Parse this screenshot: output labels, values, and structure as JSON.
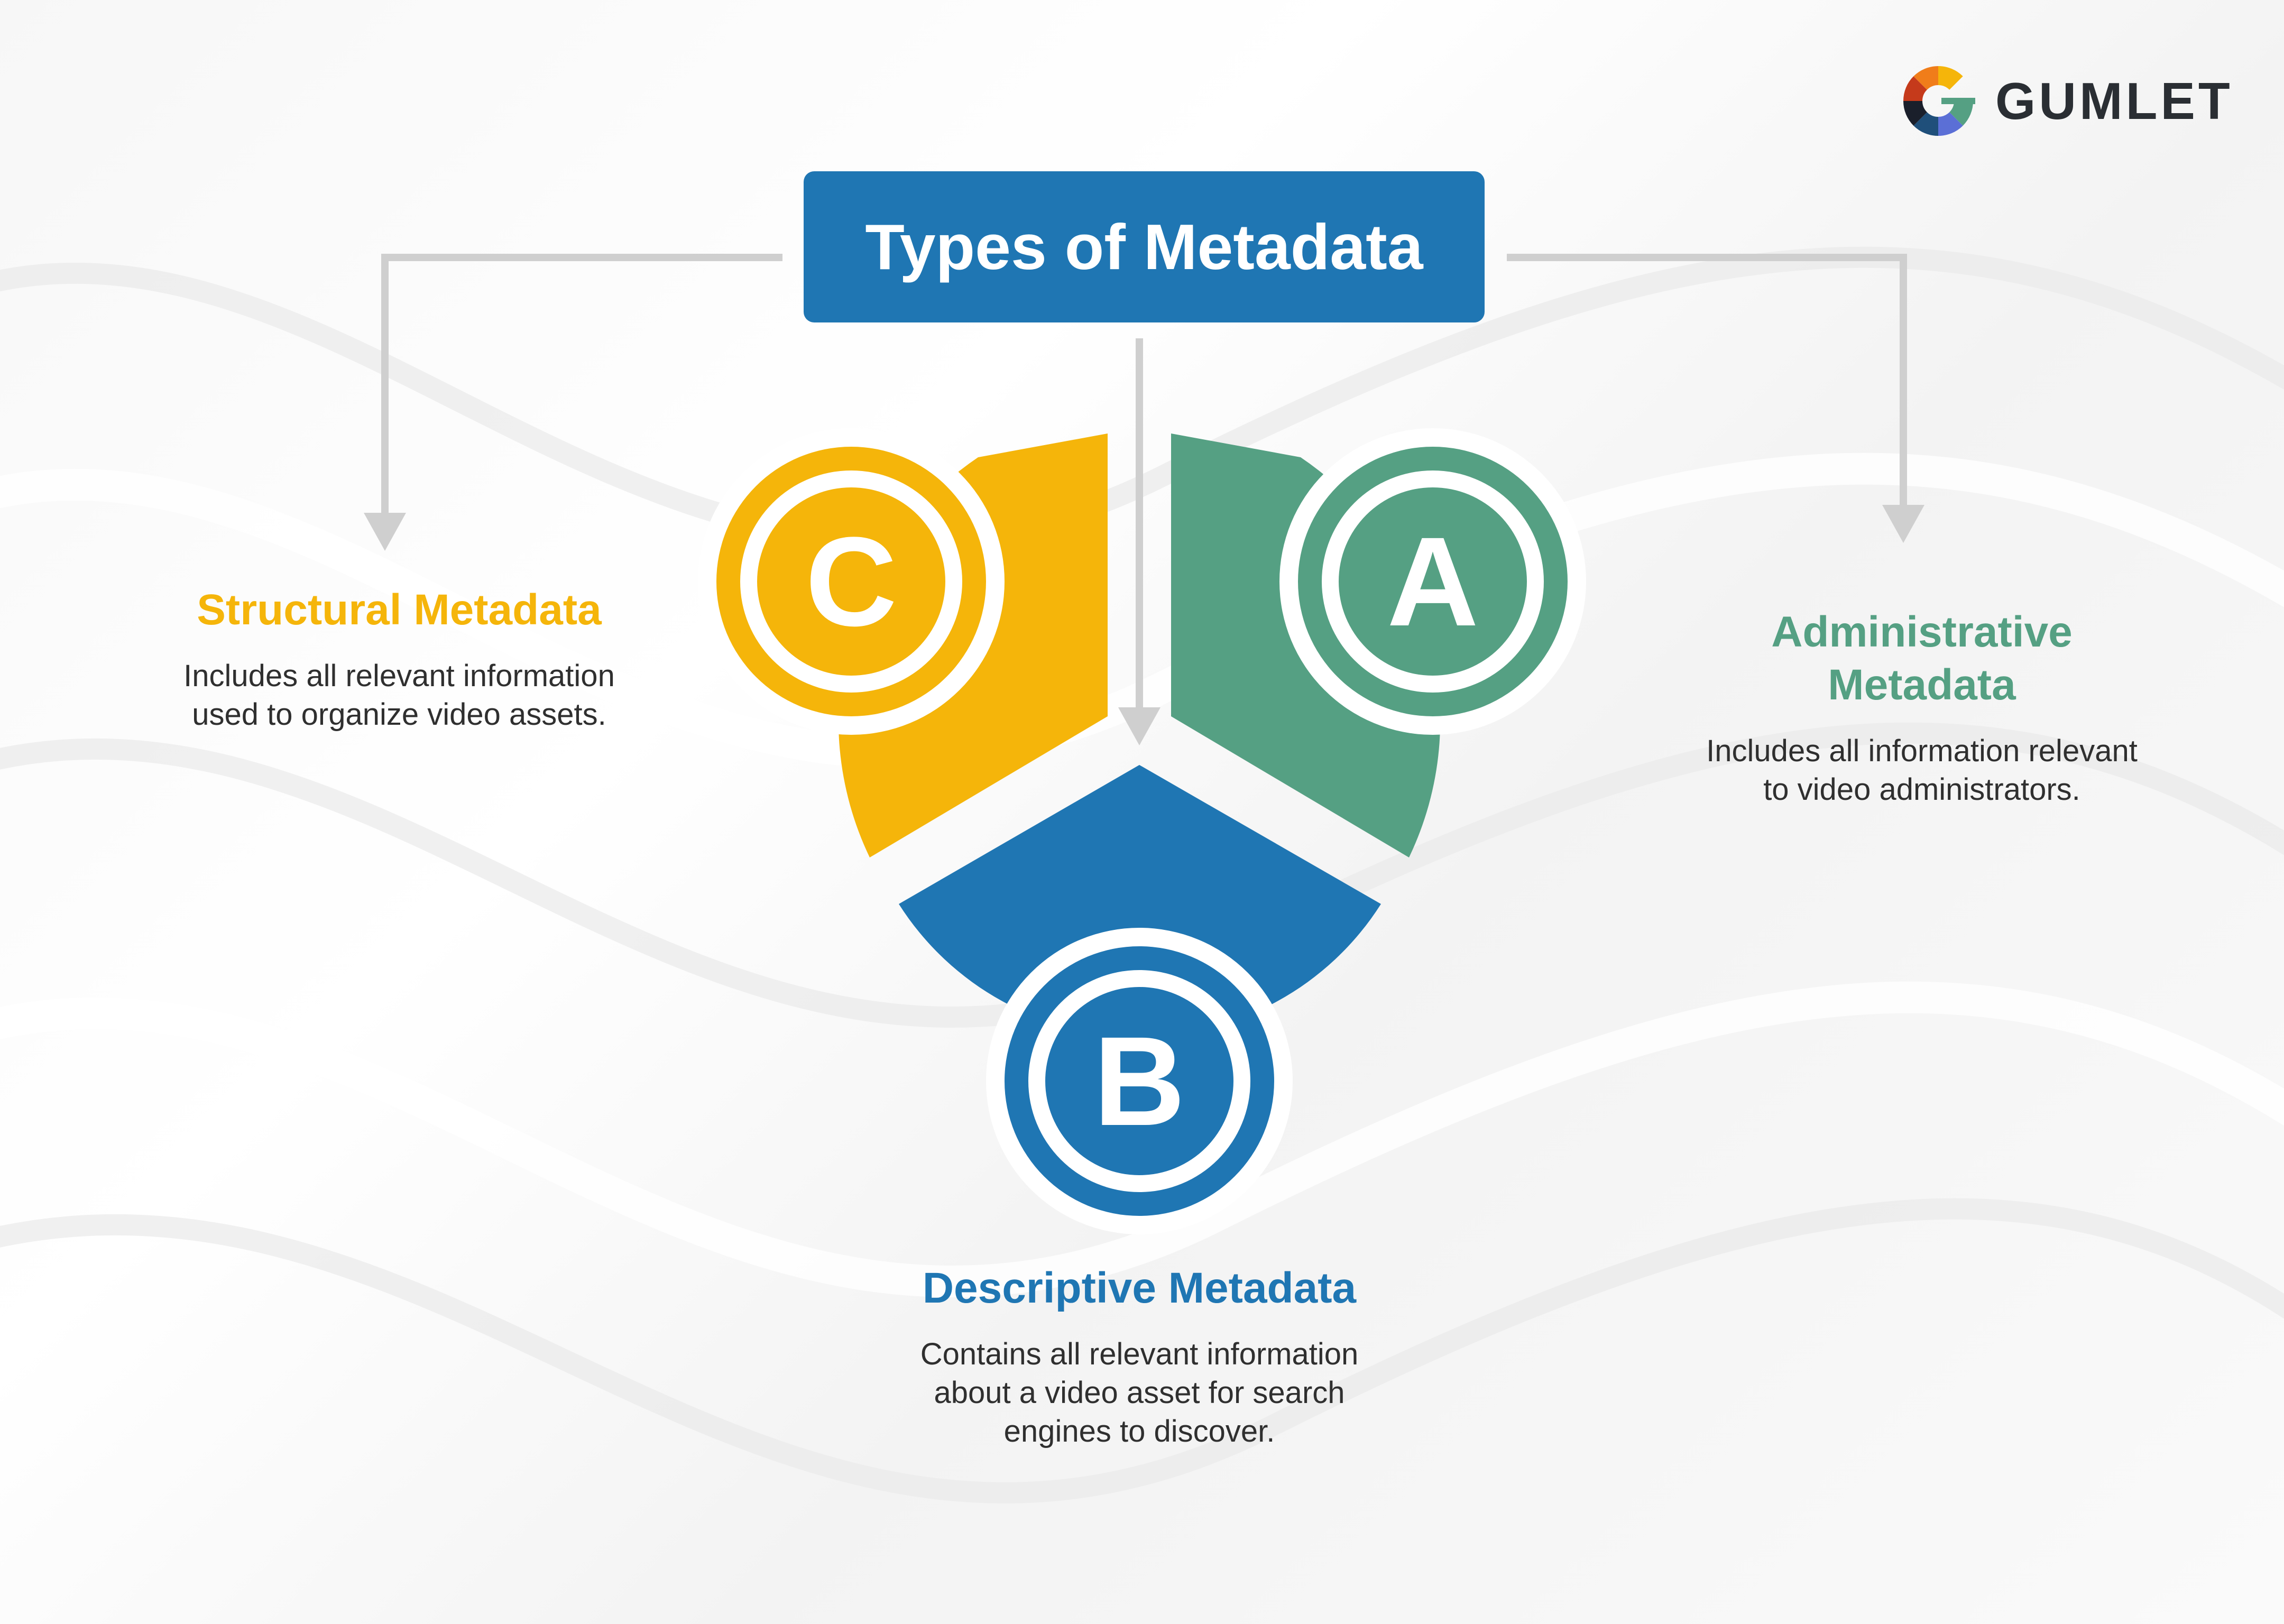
{
  "brand": {
    "name": "GUMLET"
  },
  "title": "Types of Metadata",
  "colors": {
    "blue": "#1f76b3",
    "yellow": "#f5b50a",
    "green": "#55a083",
    "connector": "#cfcfcf"
  },
  "segments": {
    "c": {
      "letter": "C"
    },
    "a": {
      "letter": "A"
    },
    "b": {
      "letter": "B"
    }
  },
  "sections": {
    "structural": {
      "title": "Structural Metadata",
      "description": "Includes all relevant information used to organize video assets."
    },
    "administrative": {
      "title": "Administrative Metadata",
      "description": "Includes all information relevant to video administrators."
    },
    "descriptive": {
      "title": "Descriptive Metadata",
      "description": "Contains all relevant information about a video asset for search engines to discover."
    }
  }
}
